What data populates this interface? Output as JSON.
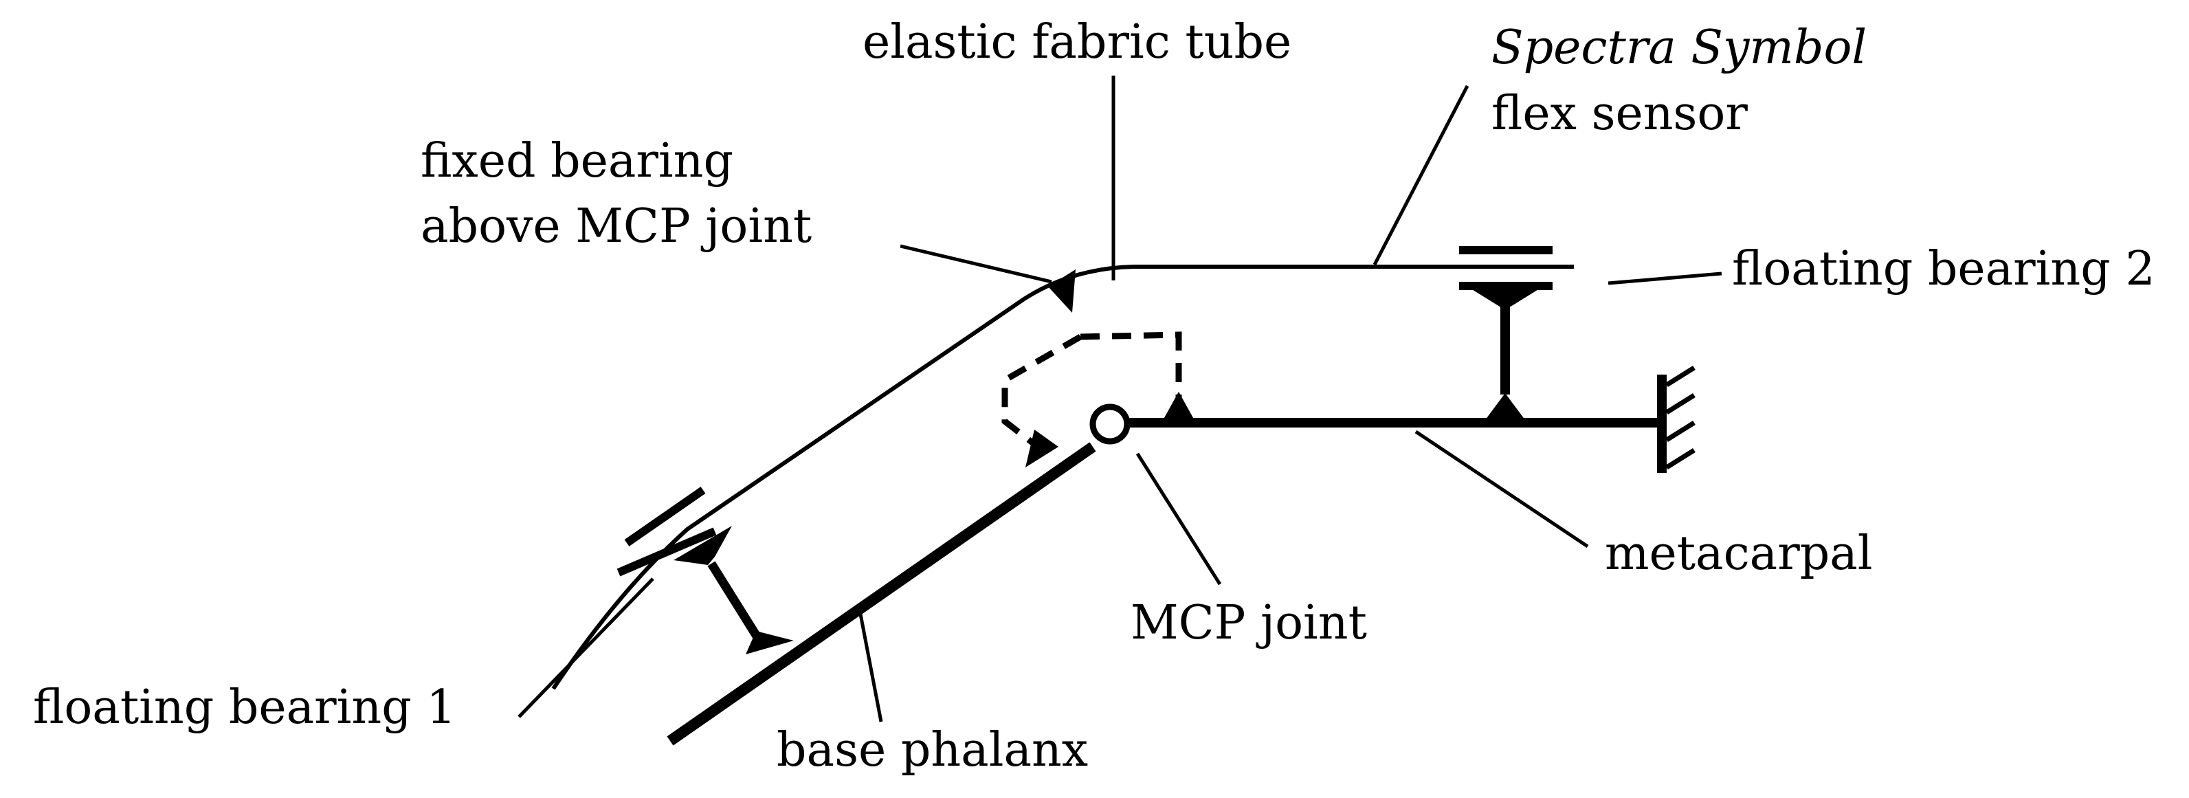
{
  "labels": {
    "elastic_fabric_tube": "elastic fabric tube",
    "spectra_symbol": "Spectra Symbol",
    "flex_sensor": "flex sensor",
    "fixed_bearing_line1": "fixed bearing",
    "fixed_bearing_line2": "above MCP joint",
    "floating_bearing_2": "floating bearing 2",
    "metacarpal": "metacarpal",
    "mcp_joint": "MCP joint",
    "floating_bearing_1": "floating bearing 1",
    "base_phalanx": "base phalanx"
  },
  "colors": {
    "ink": "#000000",
    "background": "#ffffff"
  }
}
